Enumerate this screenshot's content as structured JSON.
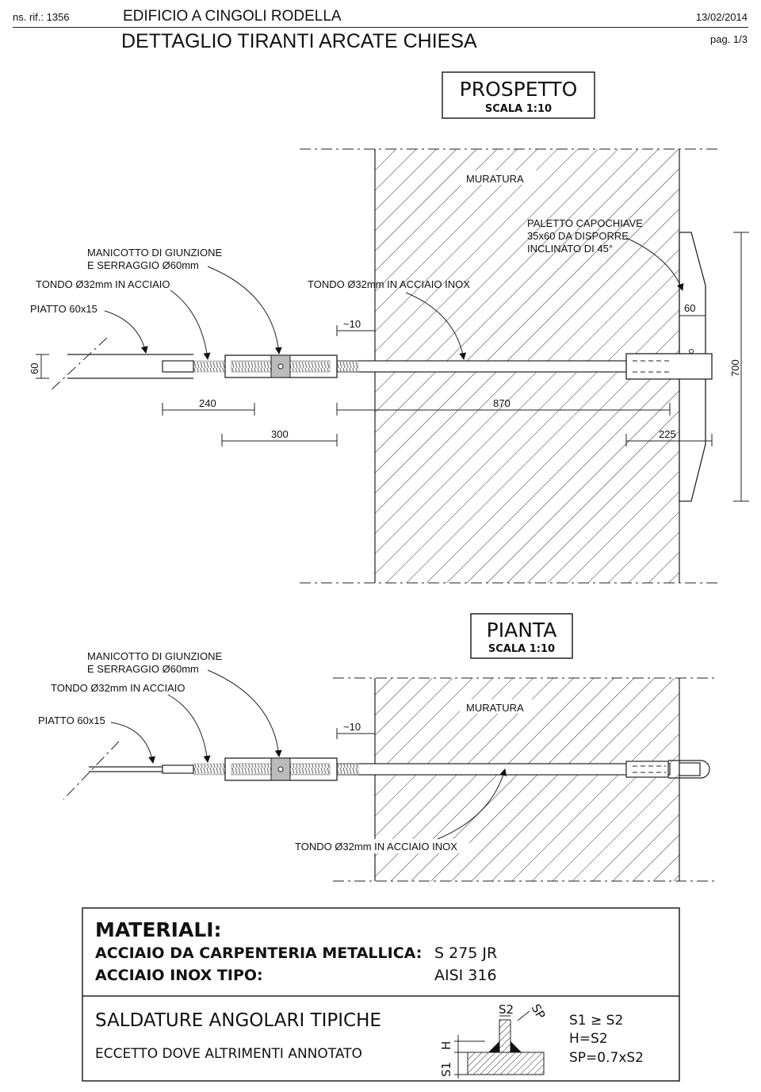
{
  "header": {
    "ref": "ns. rif.: 1356",
    "project": "EDIFICIO A CINGOLI RODELLA",
    "date": "13/02/2014",
    "title": "DETTAGLIO TIRANTI ARCATE CHIESA",
    "page": "pag. 1/3"
  },
  "prospetto": {
    "title": "PROSPETTO",
    "scale": "SCALA 1:10",
    "muratura": "MURATURA",
    "paletto_1": "PALETTO CAPOCHIAVE",
    "paletto_2": "35x60 DA DISPORRE",
    "paletto_3": "INCLINATO DI 45°",
    "manicotto_1": "MANICOTTO DI GIUNZIONE",
    "manicotto_2": "E SERRAGGIO Ø60mm",
    "tondo_acciaio": "TONDO Ø32mm IN ACCIAIO",
    "tondo_inox": "TONDO Ø32mm IN ACCIAIO INOX",
    "piatto": "PIATTO 60x15",
    "dims": {
      "d60_left": "60",
      "d10": "~10",
      "d60_right": "60",
      "d700": "700",
      "d240": "240",
      "d870": "870",
      "d300": "300",
      "d225": "225"
    }
  },
  "pianta": {
    "title": "PIANTA",
    "scale": "SCALA 1:10",
    "muratura": "MURATURA",
    "manicotto_1": "MANICOTTO DI GIUNZIONE",
    "manicotto_2": "E SERRAGGIO Ø60mm",
    "tondo_acciaio": "TONDO Ø32mm IN ACCIAIO",
    "piatto": "PIATTO 60x15",
    "d10": "~10",
    "tondo_inox": "TONDO Ø32mm IN ACCIAIO INOX"
  },
  "materiali": {
    "heading": "MATERIALI:",
    "row1_label": "ACCIAIO DA CARPENTERIA METALLICA:",
    "row1_value": "S 275 JR",
    "row2_label": "ACCIAIO INOX TIPO:",
    "row2_value": "AISI 316"
  },
  "saldature": {
    "heading": "SALDATURE ANGOLARI TIPICHE",
    "note": "ECCETTO DOVE ALTRIMENTI ANNOTATO",
    "s2": "S2",
    "sp": "SP",
    "s1": "S1",
    "h": "H",
    "rule1": "S1 ≥ S2",
    "rule2": "H=S2",
    "rule3": "SP=0.7xS2"
  }
}
